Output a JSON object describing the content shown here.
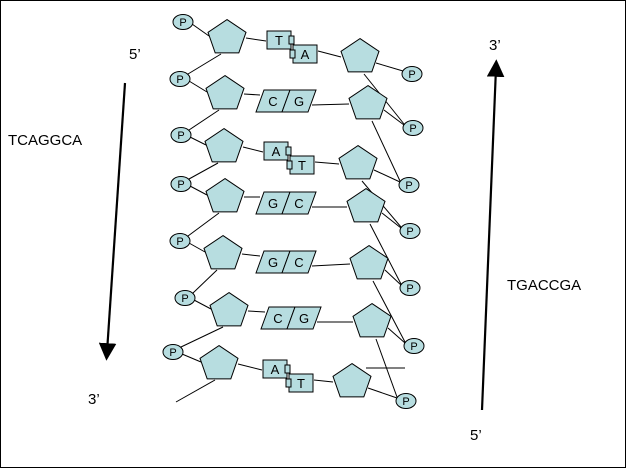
{
  "labels": {
    "left_top": "5’",
    "left_bottom": "3’",
    "left_sequence": "TCAGGCA",
    "right_top": "3’",
    "right_bottom": "5’",
    "right_sequence": "TGACCGA"
  },
  "phosphate_label": "P",
  "pairs": [
    {
      "left": "T",
      "right": "A",
      "shape": "square"
    },
    {
      "left": "C",
      "right": "G",
      "shape": "para"
    },
    {
      "left": "A",
      "right": "T",
      "shape": "square"
    },
    {
      "left": "G",
      "right": "C",
      "shape": "para"
    },
    {
      "left": "G",
      "right": "C",
      "shape": "para"
    },
    {
      "left": "C",
      "right": "G",
      "shape": "para"
    },
    {
      "left": "A",
      "right": "T",
      "shape": "square"
    }
  ],
  "colors": {
    "fill": "#b7dde0",
    "stroke": "#000000"
  }
}
